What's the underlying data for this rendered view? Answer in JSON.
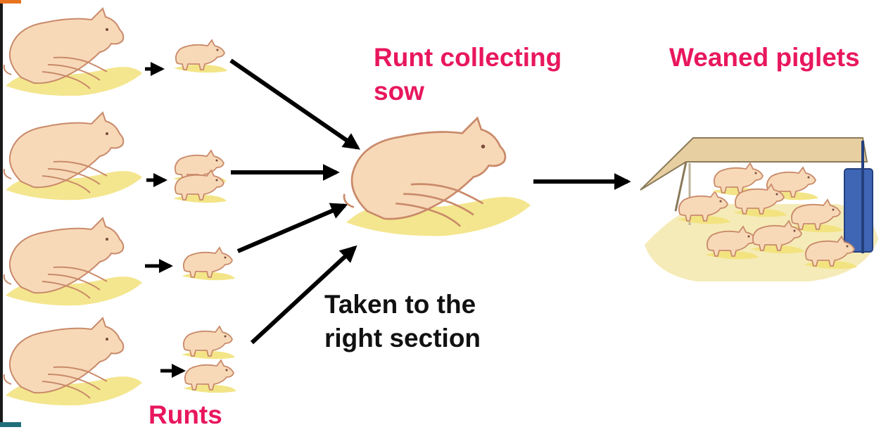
{
  "labels": {
    "runt_collecting_sow": "Runt collecting sow",
    "weaned_piglets": "Weaned piglets",
    "taken_to_right_section": "Taken to the right section",
    "runts": "Runts"
  },
  "colors": {
    "label_accent": "#e8175d",
    "label_dark": "#111111",
    "pig_body": "#f7d9b8",
    "pig_outline": "#c98a6a",
    "straw": "#f2e27a",
    "pen_roof": "#e8cfa2",
    "feeder": "#3f66b5",
    "arrow": "#000000"
  },
  "icons": [
    "sow-icon",
    "piglet-icon",
    "arrow-icon",
    "pen-icon",
    "feeder-icon",
    "straw-icon"
  ]
}
